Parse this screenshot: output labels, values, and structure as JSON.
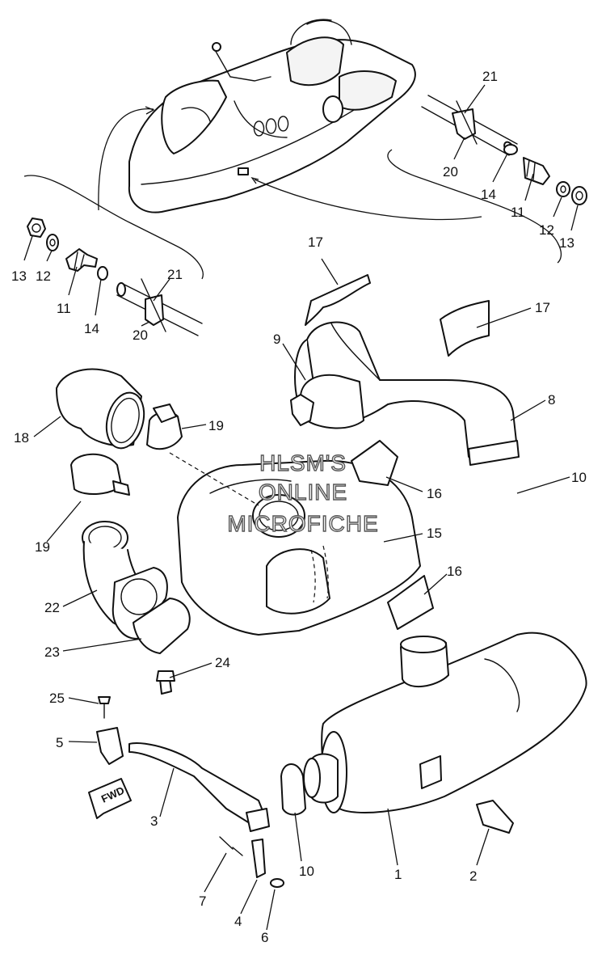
{
  "watermark": {
    "line1": "HLSM'S",
    "line2": "ONLINE",
    "line3": "MICROFICHE"
  },
  "direction_arrow": {
    "label": "FWD",
    "icon": "fwd-arrow-icon"
  },
  "callouts": {
    "c21_right": "21",
    "c20_right": "20",
    "c14_right": "14",
    "c11_right": "11",
    "c12_right": "12",
    "c13_right": "13",
    "c13_left": "13",
    "c12_left": "12",
    "c11_left": "11",
    "c14_left": "14",
    "c21_left": "21",
    "c20_left": "20",
    "c17_top": "17",
    "c17_right": "17",
    "c9": "9",
    "c8": "8",
    "c18": "18",
    "c19_top": "19",
    "c19_bottom": "19",
    "c16_top": "16",
    "c16_bottom": "16",
    "c15": "15",
    "c10_top": "10",
    "c10_bottom": "10",
    "c22": "22",
    "c23": "23",
    "c24": "24",
    "c25": "25",
    "c5": "5",
    "c3": "3",
    "c1": "1",
    "c2": "2",
    "c7": "7",
    "c4": "4",
    "c6": "6"
  }
}
